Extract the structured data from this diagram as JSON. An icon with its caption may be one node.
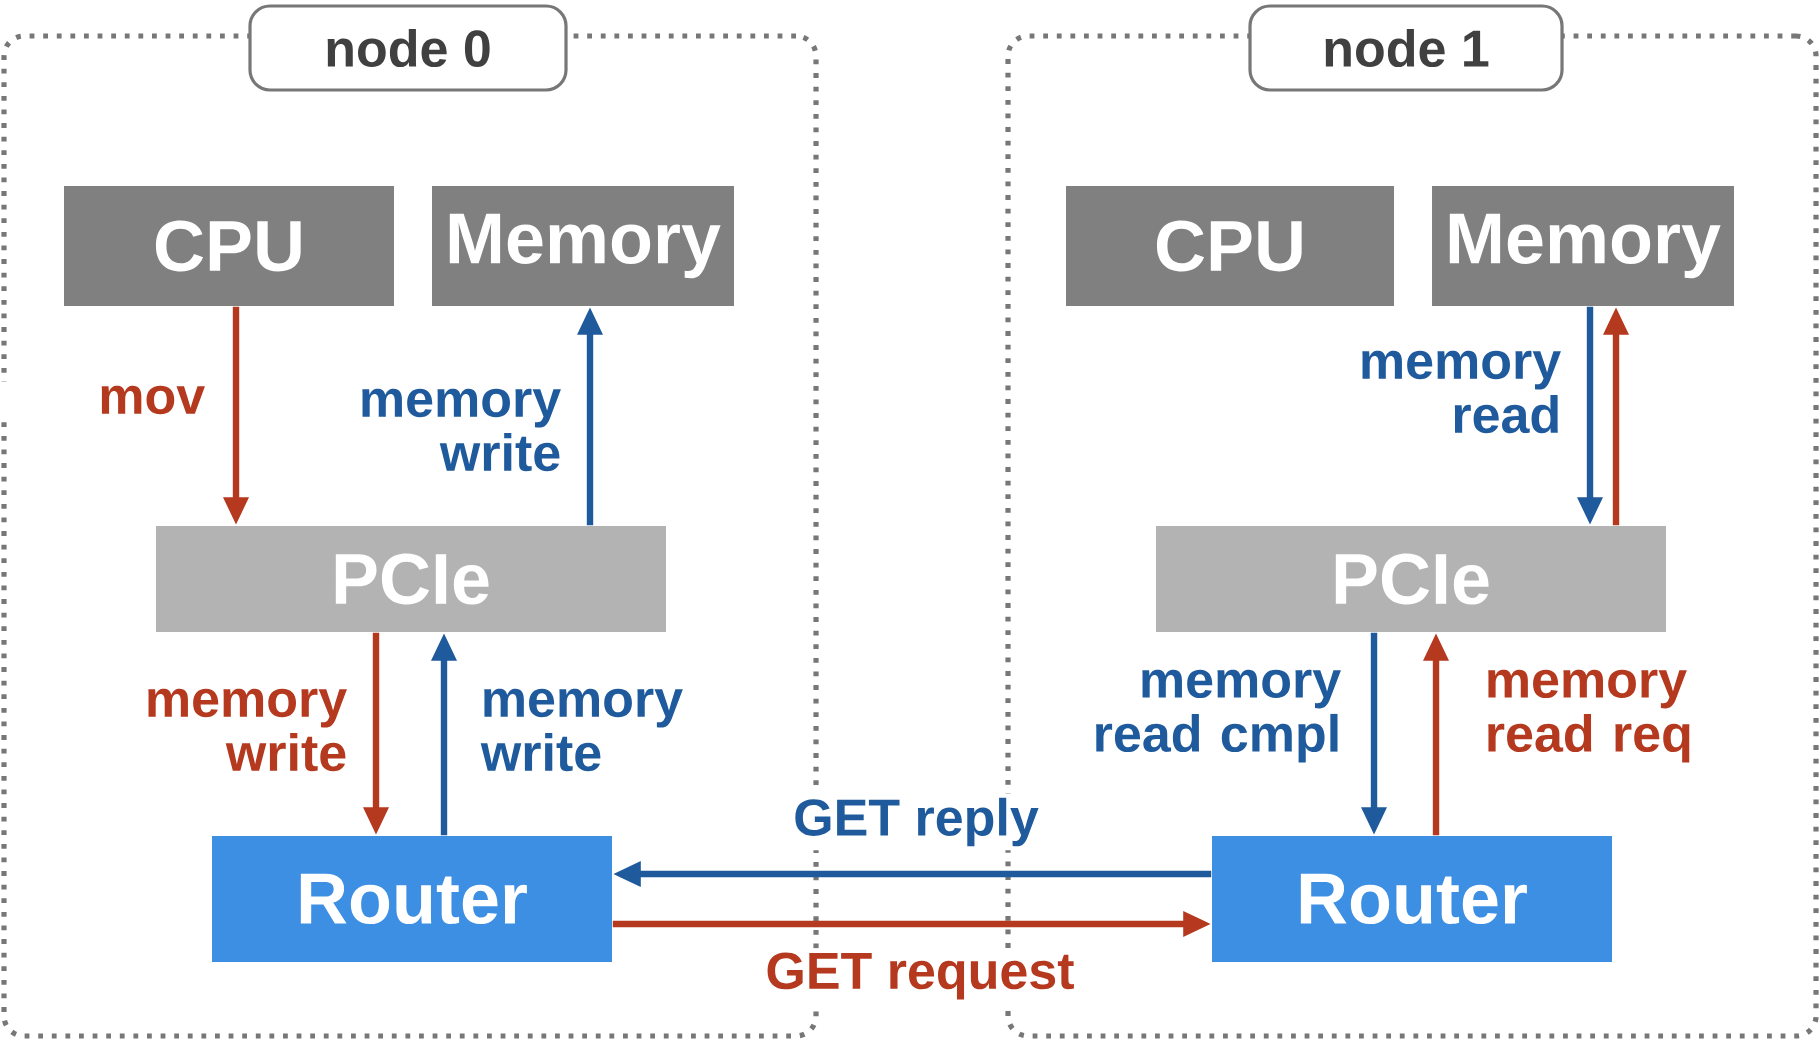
{
  "diagram": {
    "nodes": [
      {
        "text": [
          "node 0"
        ]
      },
      {
        "text": [
          "CPU"
        ],
        "in": 0
      },
      {
        "text": [
          "Memory"
        ],
        "in": 0
      },
      {
        "text": [
          "PCIe"
        ],
        "in": 0
      },
      {
        "text": [
          "Router"
        ],
        "in": 0
      },
      {
        "text": [
          "node 1"
        ]
      },
      {
        "text": [
          "CPU"
        ],
        "in": 5
      },
      {
        "text": [
          "Memory"
        ],
        "in": 5
      },
      {
        "text": [
          "PCIe"
        ],
        "in": 5
      },
      {
        "text": [
          "Router"
        ],
        "in": 5
      }
    ],
    "edges": [
      {
        "from": 1,
        "to": 3,
        "arrow": "to",
        "label": "mov",
        "color": "#b5391e"
      },
      {
        "from": 3,
        "to": 2,
        "arrow": "to",
        "label": "memory write",
        "color": "#1f5a9c"
      },
      {
        "from": 3,
        "to": 4,
        "arrow": "to",
        "label": "memory write",
        "color": "#b5391e"
      },
      {
        "from": 4,
        "to": 3,
        "arrow": "to",
        "label": "memory write",
        "color": "#1f5a9c"
      },
      {
        "from": 9,
        "to": 4,
        "arrow": "to",
        "label": "GET reply",
        "color": "#1f5a9c"
      },
      {
        "from": 4,
        "to": 9,
        "arrow": "to",
        "label": "GET request",
        "color": "#b5391e"
      },
      {
        "from": 7,
        "to": 8,
        "arrow": "to",
        "label": "memory read",
        "color": "#1f5a9c"
      },
      {
        "from": 8,
        "to": 7,
        "arrow": "to",
        "color": "#b5391e"
      },
      {
        "from": 8,
        "to": 9,
        "arrow": "to",
        "label": "memory read cmpl",
        "color": "#1f5a9c"
      },
      {
        "from": 9,
        "to": 8,
        "arrow": "to",
        "label": "memory read req",
        "color": "#b5391e"
      }
    ]
  }
}
